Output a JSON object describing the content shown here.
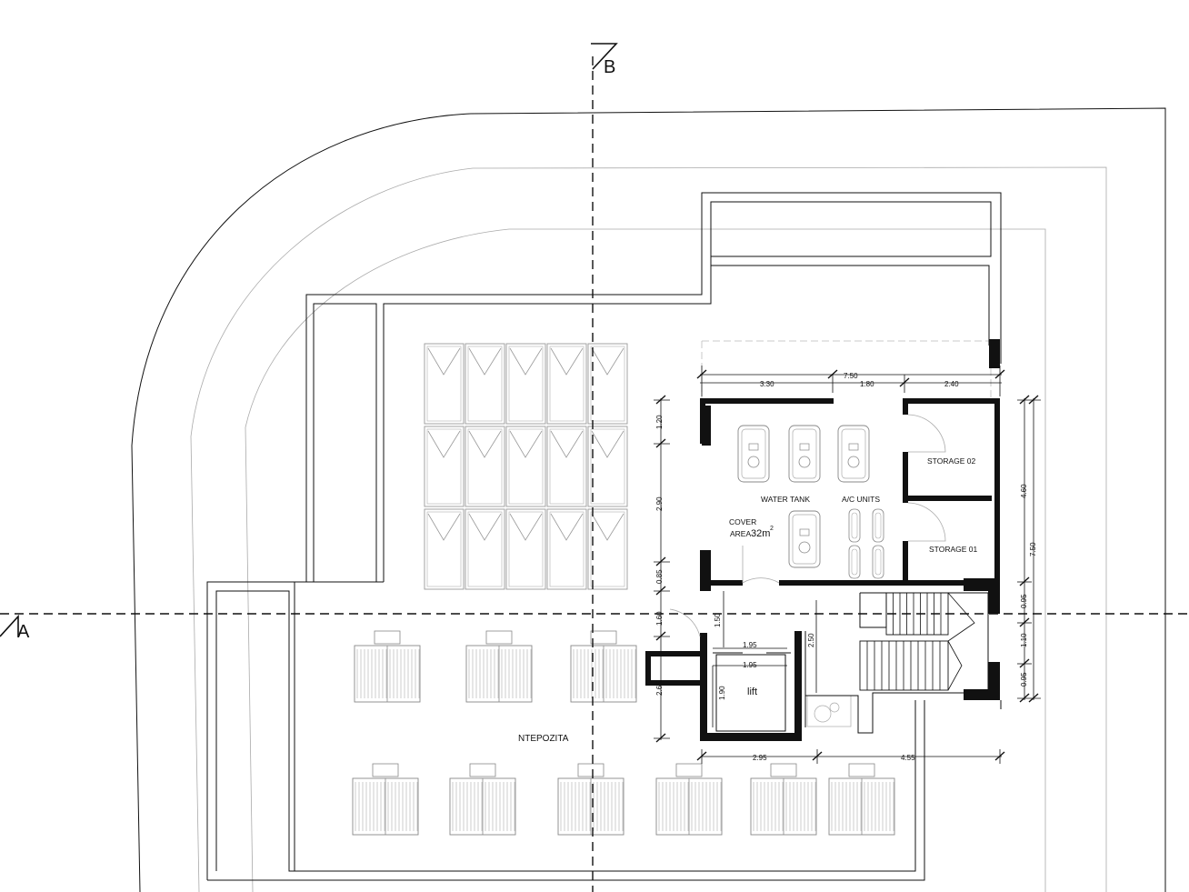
{
  "section_markers": {
    "a": "A",
    "b": "B"
  },
  "rooms": {
    "water_tank": "WATER TANK",
    "ac_units": "A/C UNITS",
    "storage_02": "STORAGE 02",
    "storage_01": "STORAGE 01",
    "cover": "COVER",
    "area": "AREA",
    "area_value": "32m",
    "area_sup": "2",
    "lift": "lift",
    "ntepozita": "NTEPOZITA"
  },
  "dimensions": {
    "top_total": "7.50",
    "top_a": "3.30",
    "top_b": "1.80",
    "top_c": "2.40",
    "left_a": "1.20",
    "left_b": "2.90",
    "left_c": "0.85",
    "left_d": "1.60",
    "left_e": "2.65",
    "right_a": "4.60",
    "right_total": "7.50",
    "right_b": "0.95",
    "right_c": "1.10",
    "right_d": "0.95",
    "lift_w1": "1.95",
    "lift_w2": "1.95",
    "lift_h": "1.90",
    "door_h": "1.50",
    "corr_h": "2.50",
    "bottom_a": "2.95",
    "bottom_b": "4.55"
  }
}
